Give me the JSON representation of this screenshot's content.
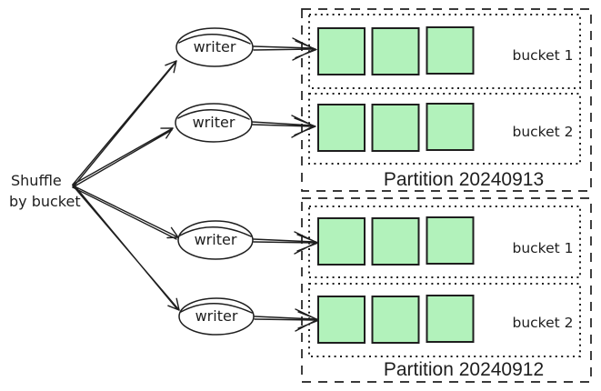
{
  "colors": {
    "stroke": "#1e1e1e",
    "block_fill": "#b2f2bb",
    "background": "#ffffff"
  },
  "shuffle_label": {
    "line1": "Shuffle",
    "line2": "by bucket"
  },
  "writers": [
    {
      "label": "writer"
    },
    {
      "label": "writer"
    },
    {
      "label": "writer"
    },
    {
      "label": "writer"
    }
  ],
  "partitions": [
    {
      "title": "Partition 20240913",
      "buckets": [
        {
          "label": "bucket 1",
          "block_count": 3
        },
        {
          "label": "bucket 2",
          "block_count": 3
        }
      ]
    },
    {
      "title": "Partition 20240912",
      "buckets": [
        {
          "label": "bucket 1",
          "block_count": 3
        },
        {
          "label": "bucket 2",
          "block_count": 3
        }
      ]
    }
  ]
}
